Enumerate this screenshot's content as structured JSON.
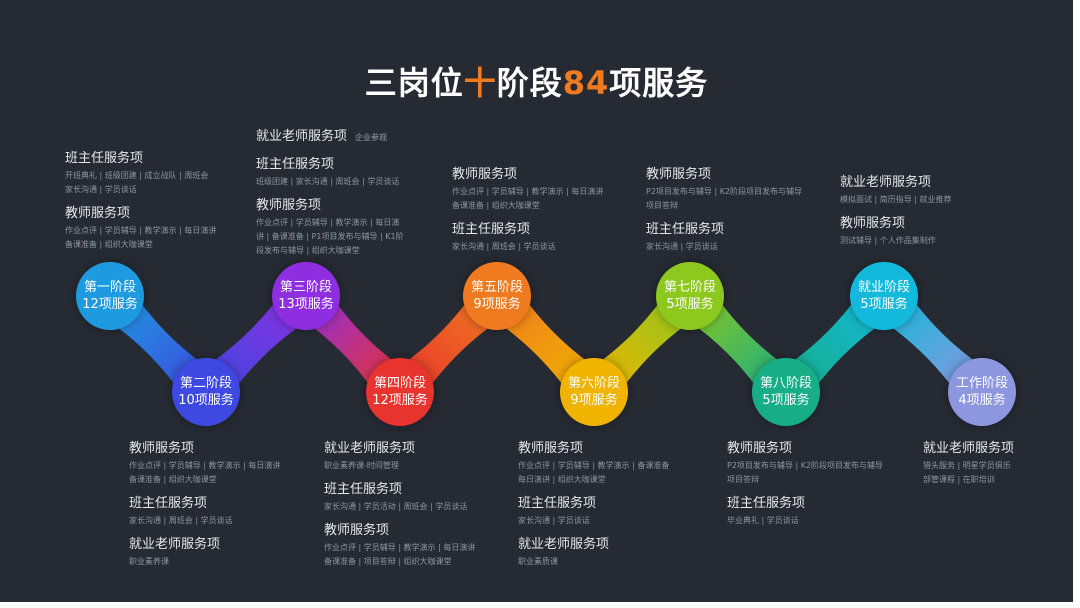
{
  "title": {
    "part1": "三岗位",
    "highlight": "十",
    "part2": "阶段",
    "number": "84",
    "part3": "项服务"
  },
  "colors": {
    "title_highlight": "#f07a1f",
    "background": "#262a33"
  },
  "stages": [
    {
      "name": "第一阶段",
      "count": "12项服务",
      "color": "#1e9be0",
      "groups": [
        {
          "title": "班主任服务项",
          "items": "开班典礼 | 班级团建 | 成立战队 | 周班会\n家长沟通 | 学员谈话"
        },
        {
          "title": "教师服务项",
          "items": "作业点评 | 学员辅导 | 教学演示 | 每日演讲\n备课准备 | 组织大咖课堂"
        }
      ]
    },
    {
      "name": "第二阶段",
      "count": "10项服务",
      "color": "#3d49e0",
      "groups": [
        {
          "title": "教师服务项",
          "items": "作业点评 | 学员辅导 | 教学演示 | 每日演讲\n备课准备 | 组织大咖课堂"
        },
        {
          "title": "班主任服务项",
          "items": "家长沟通 | 周班会 | 学员谈话"
        },
        {
          "title": "就业老师服务项",
          "items": "职业素养课"
        }
      ]
    },
    {
      "name": "第三阶段",
      "count": "13项服务",
      "color": "#8e2ee0",
      "groups": [
        {
          "title": "就业老师服务项",
          "note": "企业参观",
          "items": ""
        },
        {
          "title": "班主任服务项",
          "items": "班级团建 | 家长沟通 | 周班会 | 学员谈话"
        },
        {
          "title": "教师服务项",
          "items": "作业点评 | 学员辅导 | 教学演示 | 每日演\n讲 | 备课准备 | P1项目发布与辅导 | K1阶\n段发布与辅导 | 组织大咖课堂"
        }
      ]
    },
    {
      "name": "第四阶段",
      "count": "12项服务",
      "color": "#e8342e",
      "groups": [
        {
          "title": "就业老师服务项",
          "items": "职业素养课-时间管理"
        },
        {
          "title": "班主任服务项",
          "items": "家长沟通 | 学员活动 | 周班会 | 学员谈话"
        },
        {
          "title": "教师服务项",
          "items": "作业点评 | 学员辅导 | 教学演示 | 每日演讲\n备课准备 | 项目答辩 | 组织大咖课堂"
        }
      ]
    },
    {
      "name": "第五阶段",
      "count": "9项服务",
      "color": "#f07a1f",
      "groups": [
        {
          "title": "教师服务项",
          "items": "作业点评 | 学员辅导 | 教学演示 | 每日演讲\n备课准备 | 组织大咖课堂"
        },
        {
          "title": "班主任服务项",
          "items": "家长沟通 | 周班会 | 学员谈话"
        }
      ]
    },
    {
      "name": "第六阶段",
      "count": "9项服务",
      "color": "#f0b400",
      "groups": [
        {
          "title": "教师服务项",
          "items": "作业点评 | 学员辅导 | 教学演示 | 备课准备\n每日演讲 | 组织大咖课堂"
        },
        {
          "title": "班主任服务项",
          "items": "家长沟通 | 学员谈话"
        },
        {
          "title": "就业老师服务项",
          "items": "职业素质课"
        }
      ]
    },
    {
      "name": "第七阶段",
      "count": "5项服务",
      "color": "#8cc81e",
      "groups": [
        {
          "title": "教师服务项",
          "items": "P2项目发布与辅导 | K2阶段项目发布与辅导\n项目答辩"
        },
        {
          "title": "班主任服务项",
          "items": "家长沟通 | 学员谈话"
        }
      ]
    },
    {
      "name": "第八阶段",
      "count": "5项服务",
      "color": "#17ad86",
      "groups": [
        {
          "title": "教师服务项",
          "items": "P2项目发布与辅导 | K2阶段项目发布与辅导\n项目答辩"
        },
        {
          "title": "班主任服务项",
          "items": "毕业典礼 | 学员谈话"
        }
      ]
    },
    {
      "name": "就业阶段",
      "count": "5项服务",
      "color": "#12b9da",
      "groups": [
        {
          "title": "就业老师服务项",
          "items": "模拟面试 | 简历指导 | 就业推荐"
        },
        {
          "title": "教师服务项",
          "items": "测试辅导 | 个人作品集制作"
        }
      ]
    },
    {
      "name": "工作阶段",
      "count": "4项服务",
      "color": "#8c97e0",
      "groups": [
        {
          "title": "就业老师服务项",
          "items": "猎头服务 | 明星学员俱乐\n部管课程 | 在职培训"
        }
      ]
    }
  ]
}
